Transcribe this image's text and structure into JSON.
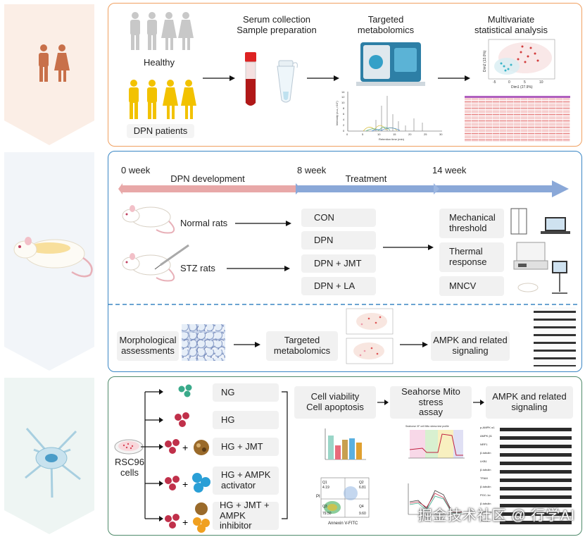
{
  "panel1": {
    "healthy": "Healthy",
    "dpn_patients": "DPN patients",
    "serum_line1": "Serum collection",
    "serum_line2": "Sample preparation",
    "targeted_line1": "Targeted",
    "targeted_line2": "metabolomics",
    "multi_line1": "Multivariate",
    "multi_line2": "statistical analysis",
    "chrom_xlabel": "Retention time (min)",
    "chrom_ylabel": "Intensity (a.u.,×10⁷)",
    "chrom_xticks": [
      "0",
      "5",
      "10",
      "15",
      "20",
      "25",
      "30"
    ],
    "chrom_yticks": [
      "0",
      "2",
      "4",
      "6",
      "8",
      "10",
      "12",
      "14"
    ],
    "pca_xlabel": "Dim1 (27.9%)",
    "pca_ylabel": "Dim2 (13.0%)",
    "pca_xticks": [
      "-5",
      "0",
      "5",
      "10"
    ]
  },
  "panel2": {
    "t0": "0 week",
    "t8": "8 week",
    "t14": "14 week",
    "phase1": "DPN development",
    "phase2": "Treatment",
    "normal_rats": "Normal rats",
    "stz_rats": "STZ rats",
    "groups": [
      "CON",
      "DPN",
      "DPN + JMT",
      "DPN + LA"
    ],
    "mech_line1": "Mechanical",
    "mech_line2": "threshold",
    "thermal_line1": "Thermal",
    "thermal_line2": "response",
    "mncv": "MNCV",
    "morph_line1": "Morphological",
    "morph_line2": "assessments",
    "tm_line1": "Targeted",
    "tm_line2": "metabolomics",
    "ampk_line1": "AMPK and related",
    "ampk_line2": "signaling"
  },
  "panel3": {
    "cells_line1": "RSC96",
    "cells_line2": "cells",
    "groups": [
      "NG",
      "HG",
      "HG + JMT",
      "HG + AMPK activator",
      "HG + JMT + AMPK inhibitor"
    ],
    "plus": "+",
    "cv_line1": "Cell viability",
    "cv_line2": "Cell apoptosis",
    "sea_line1": "Seahorse Mito stress",
    "sea_line2": "assay",
    "ampk_line1": "AMPK and related",
    "ampk_line2": "signaling",
    "annexin": "Annexin V-FITC",
    "pi": "PI",
    "q1": "Q1",
    "q2": "Q2",
    "q3": "Q3",
    "q4": "Q4",
    "q1v": "4.19",
    "q2v": "6.81",
    "q3v": "79.50",
    "q4v": "9.60",
    "sea_title": "Seahorse XF cell Mito stress test profile",
    "blot_labels": [
      "p-AMPK α1",
      "AMPK β1",
      "NRF1",
      "β-tubulin",
      "LKB1",
      "β-tubulin",
      "TFAM",
      "β-tubulin",
      "PGC-1α",
      "β-tubulin",
      "AMPK α1",
      "SIRT1"
    ]
  },
  "watermark": "掘金技术社区 @ 行学AI",
  "colors": {
    "panel1_border": "#f0a060",
    "panel2_border": "#3a86c4",
    "panel3_border": "#4f8a6a",
    "timeline_pink": "#e8a8a8",
    "timeline_blue": "#8aa8d8",
    "healthy_gray": "#c8c8c8",
    "patient_yellow": "#f2c200",
    "hg_red": "#c0304a",
    "ng_teal": "#3aaa8a"
  }
}
